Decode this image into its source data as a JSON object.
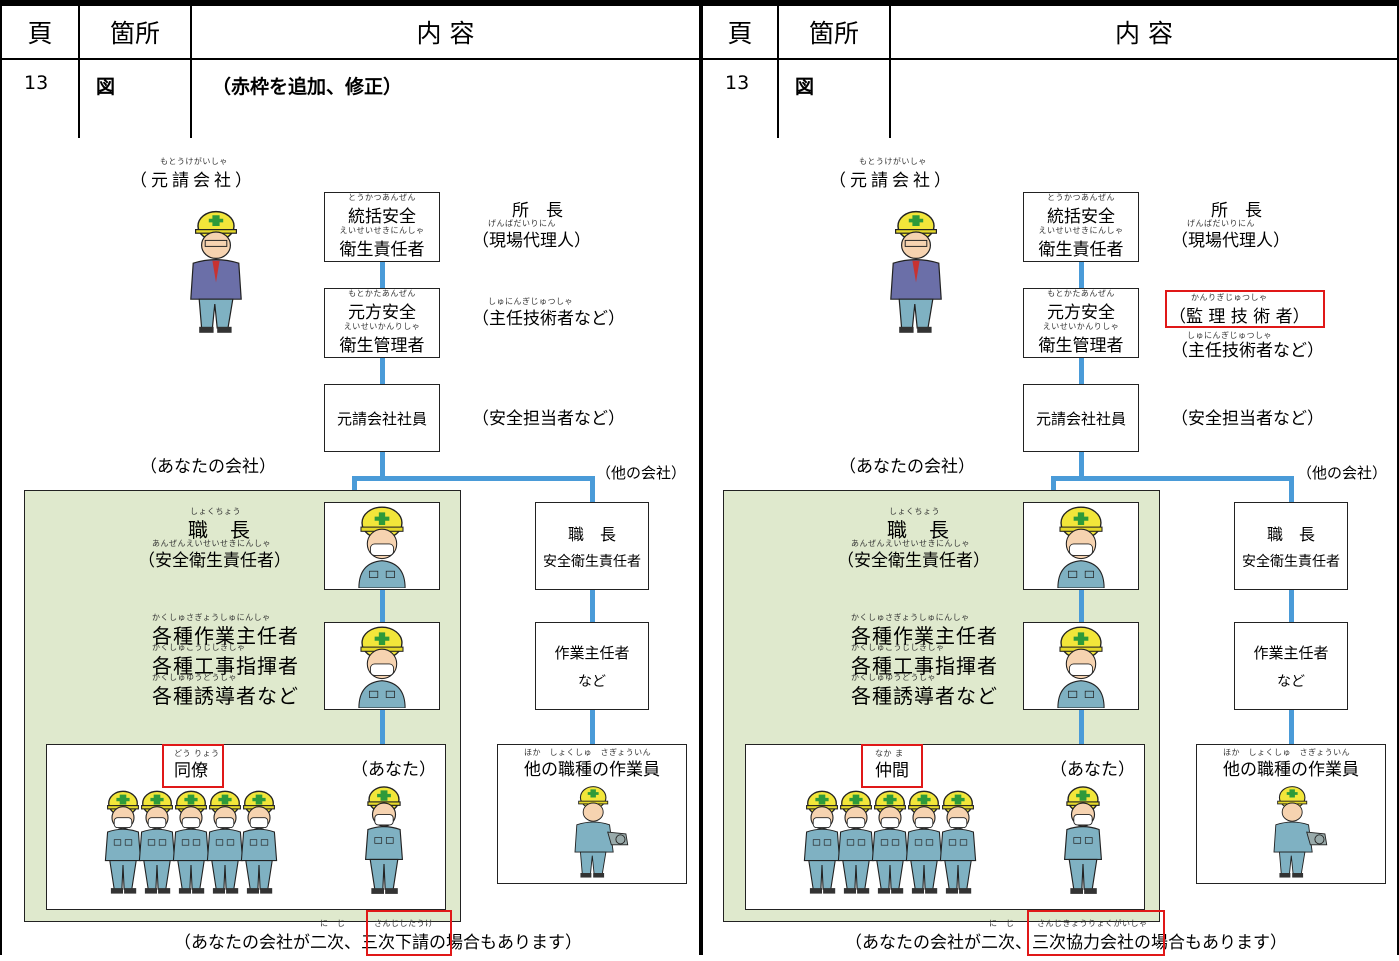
{
  "header": {
    "page": "頁",
    "location": "箇所",
    "content": "内 容"
  },
  "left": {
    "row": {
      "page": "13",
      "location": "図",
      "content": "（赤枠を追加、修正）"
    },
    "figure": {
      "prime_company": "（元請会社）",
      "prime_company_ruby": "もとうけがいしゃ",
      "director": "所　長",
      "director_sub": "（現場代理人）",
      "director_sub_ruby": "げんばだいりにん",
      "box1_line1": "統括安全",
      "box1_line1_ruby": "とうかつあんぜん",
      "box1_line2": "衛生責任者",
      "box1_line2_ruby": "えいせいせきにんしゃ",
      "box2_line1": "元方安全",
      "box2_line1_ruby": "もとかたあんぜん",
      "box2_line2": "衛生管理者",
      "box2_line2_ruby": "えいせいかんりしゃ",
      "chief_engineer": "（主任技術者など）",
      "chief_engineer_ruby": "しゅにんぎじゅつしゃ",
      "box3": "元請会社社員",
      "safety_staff": "（安全担当者など）",
      "your_company": "（あなたの会社）",
      "other_company": "（他の会社）",
      "foreman": "職　長",
      "foreman_ruby": "しょくちょう",
      "foreman_sub": "（安全衛生責任者）",
      "foreman_sub_ruby": "あんぜんえいせいせきにんしゃ",
      "chiefs_line1": "各種作業主任者",
      "chiefs_line1_ruby": "かくしゅさぎょうしゅにんしゃ",
      "chiefs_line2": "各種工事指揮者",
      "chiefs_line2_ruby": "かくしゅこうじしきしゃ",
      "chiefs_line3": "各種誘導者など",
      "chiefs_line3_ruby": "かくしゅゆうどうしゃ",
      "other_foreman": "職　長",
      "other_foreman_sub": "安全衛生責任者",
      "other_chief": "作業主任者",
      "other_chief_sub": "など",
      "other_workers": "他の職種の作業員",
      "other_workers_ruby": "ほか　しょくしゅ　さぎょういん",
      "colleagues": "同僚",
      "colleagues_ruby": "どう りょう",
      "you": "（あなた）",
      "bottom_pre": "（あなたの会社が二次、",
      "bottom_pre_ruby": "に　じ",
      "bottom_key": "三次下請",
      "bottom_key_ruby": "さんじしたうけ",
      "bottom_post": "の場合もあります）"
    }
  },
  "right": {
    "row": {
      "page": "13",
      "location": "図",
      "content": ""
    },
    "figure": {
      "prime_company": "（元請会社）",
      "prime_company_ruby": "もとうけがいしゃ",
      "director": "所　長",
      "director_sub": "（現場代理人）",
      "director_sub_ruby": "げんばだいりにん",
      "box1_line1": "統括安全",
      "box1_line1_ruby": "とうかつあんぜん",
      "box1_line2": "衛生責任者",
      "box1_line2_ruby": "えいせいせきにんしゃ",
      "box2_line1": "元方安全",
      "box2_line1_ruby": "もとかたあんぜん",
      "box2_line2": "衛生管理者",
      "box2_line2_ruby": "えいせいかんりしゃ",
      "supervising_engineer": "（監 理 技 術 者）",
      "supervising_engineer_ruby": "かんりぎじゅつしゃ",
      "chief_engineer": "（主任技術者など）",
      "chief_engineer_ruby": "しゅにんぎじゅつしゃ",
      "box3": "元請会社社員",
      "safety_staff": "（安全担当者など）",
      "your_company": "（あなたの会社）",
      "other_company": "（他の会社）",
      "foreman": "職　長",
      "foreman_ruby": "しょくちょう",
      "foreman_sub": "（安全衛生責任者）",
      "foreman_sub_ruby": "あんぜんえいせいせきにんしゃ",
      "chiefs_line1": "各種作業主任者",
      "chiefs_line1_ruby": "かくしゅさぎょうしゅにんしゃ",
      "chiefs_line2": "各種工事指揮者",
      "chiefs_line2_ruby": "かくしゅこうじしきしゃ",
      "chiefs_line3": "各種誘導者など",
      "chiefs_line3_ruby": "かくしゅゆうどうしゃ",
      "other_foreman": "職　長",
      "other_foreman_sub": "安全衛生責任者",
      "other_chief": "作業主任者",
      "other_chief_sub": "など",
      "other_workers": "他の職種の作業員",
      "other_workers_ruby": "ほか　しょくしゅ　さぎょういん",
      "colleagues": "仲間",
      "colleagues_ruby": "なか ま",
      "you": "（あなた）",
      "bottom_pre": "（あなたの会社が二次、",
      "bottom_pre_ruby": "に　じ",
      "bottom_key": "三次協力会社",
      "bottom_key_ruby": "さんじきょうりょくがいしゃ",
      "bottom_post": "の場合もあります）"
    }
  },
  "colors": {
    "connector": "#4a9bd8",
    "highlight": "#e01818",
    "company_fill": "#dfe9cd",
    "helmet": "#f2e63a",
    "uniform": "#7fb1c2"
  }
}
